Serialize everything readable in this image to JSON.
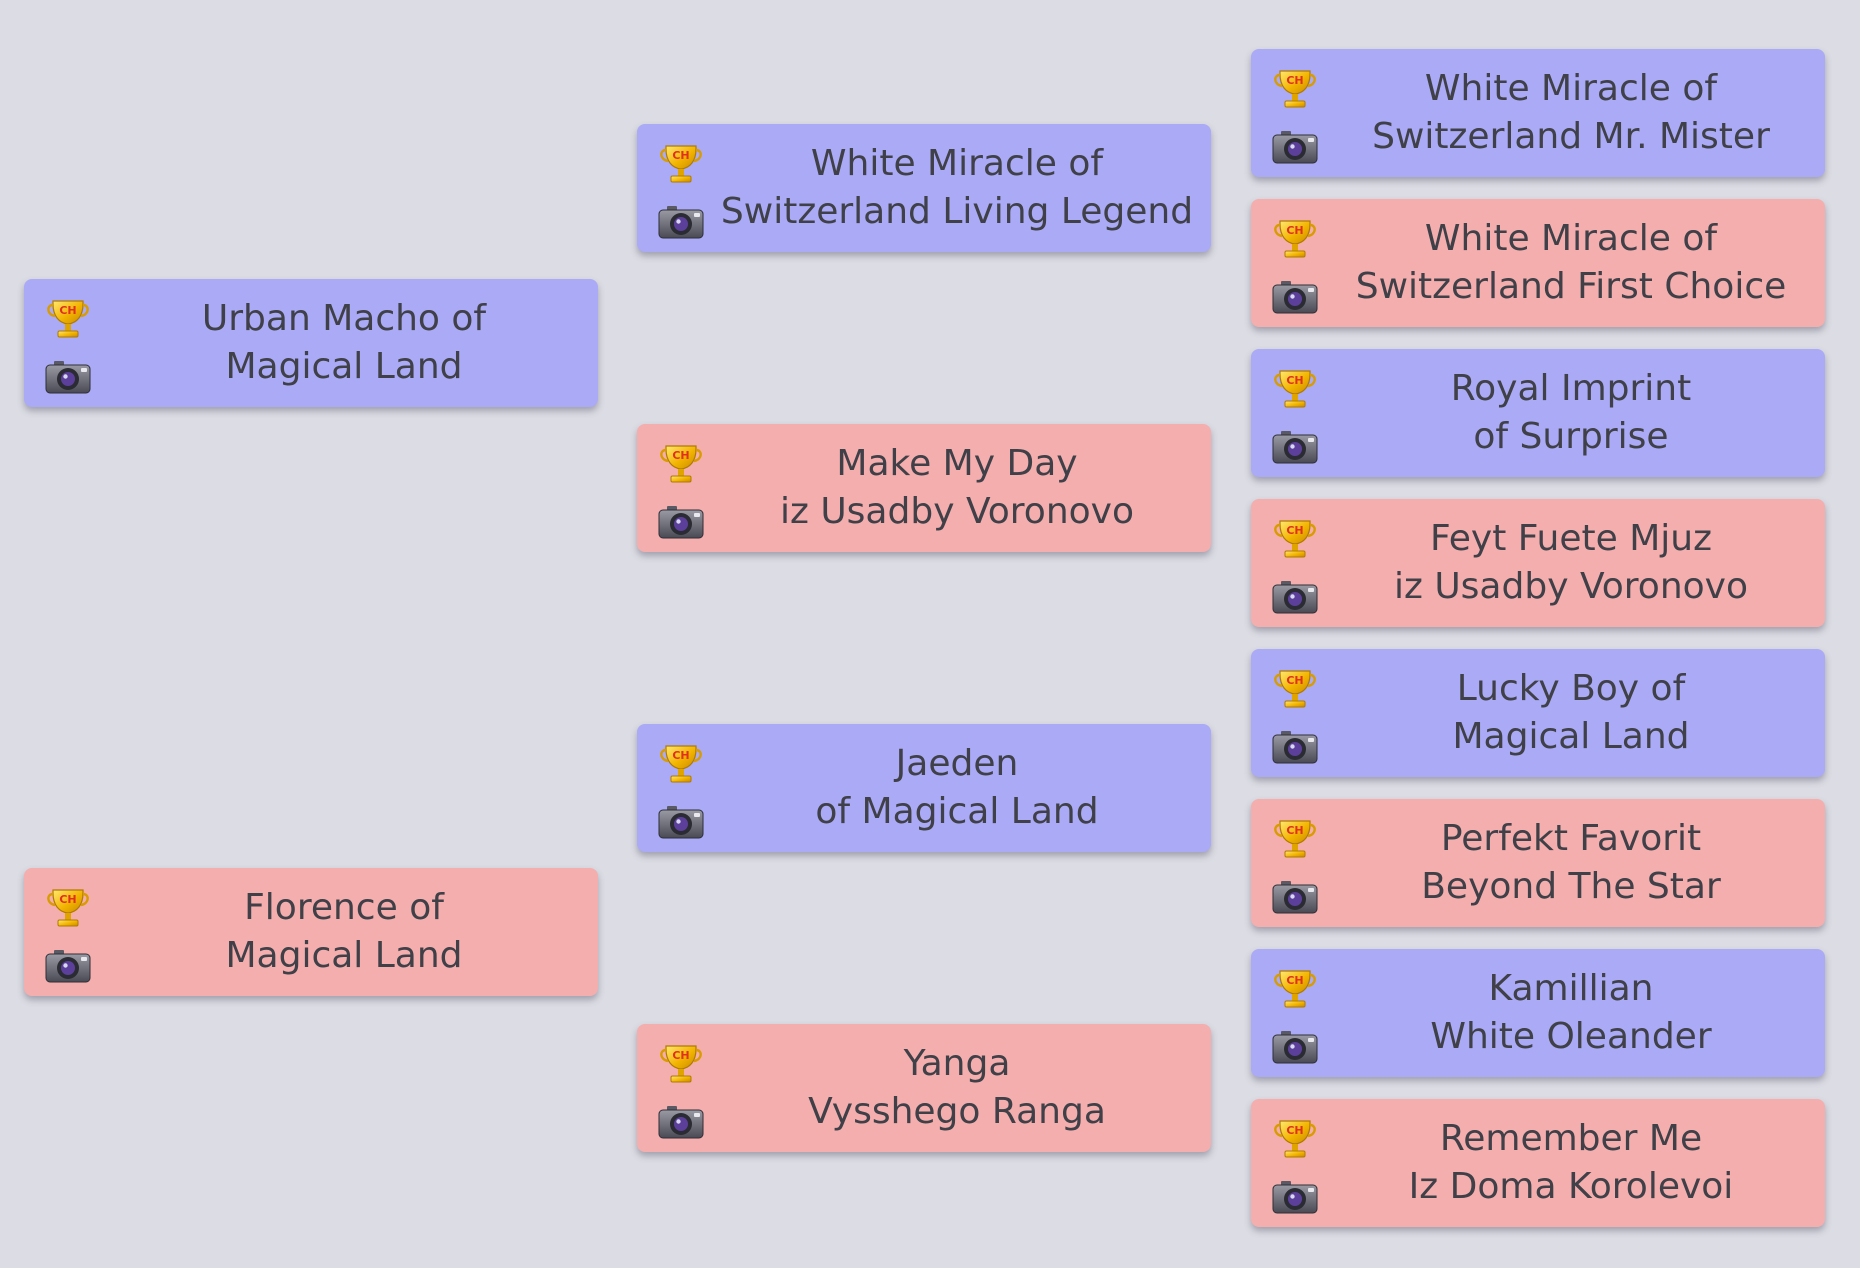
{
  "colors": {
    "background": "#dcdce4",
    "male": "#aaaaf6",
    "female": "#f4aeae",
    "text": "#404048"
  },
  "icons": {
    "trophy": "trophy-icon",
    "trophy_label": "CH",
    "photo": "camera-icon"
  },
  "pedigree": {
    "parents": [
      {
        "sex": "male",
        "line1": "Urban Macho of",
        "line2": "Magical Land"
      },
      {
        "sex": "female",
        "line1": "Florence of",
        "line2": "Magical Land"
      }
    ],
    "grandparents": [
      {
        "sex": "male",
        "line1": "White Miracle of",
        "line2": "Switzerland Living Legend"
      },
      {
        "sex": "female",
        "line1": "Make My Day",
        "line2": "iz Usadby Voronovo"
      },
      {
        "sex": "male",
        "line1": "Jaeden",
        "line2": "of Magical Land"
      },
      {
        "sex": "female",
        "line1": "Yanga",
        "line2": "Vysshego Ranga"
      }
    ],
    "great_grandparents": [
      {
        "sex": "male",
        "line1": "White Miracle of",
        "line2": "Switzerland Mr. Mister"
      },
      {
        "sex": "female",
        "line1": "White Miracle of",
        "line2": "Switzerland First Choice"
      },
      {
        "sex": "male",
        "line1": "Royal Imprint",
        "line2": "of Surprise"
      },
      {
        "sex": "female",
        "line1": "Feyt Fuete Mjuz",
        "line2": "iz Usadby Voronovo"
      },
      {
        "sex": "male",
        "line1": "Lucky Boy of",
        "line2": "Magical Land"
      },
      {
        "sex": "female",
        "line1": "Perfekt Favorit",
        "line2": "Beyond The Star"
      },
      {
        "sex": "male",
        "line1": "Kamillian",
        "line2": "White Oleander"
      },
      {
        "sex": "female",
        "line1": "Remember Me",
        "line2": "Iz Doma Korolevoi"
      }
    ]
  }
}
